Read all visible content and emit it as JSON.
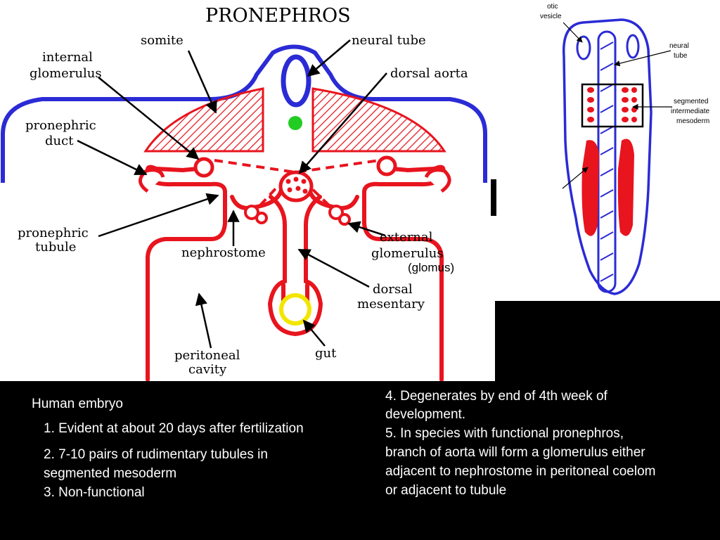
{
  "main_diagram": {
    "title": "PRONEPHROS",
    "labels": {
      "somite": "somite",
      "neural_tube": "neural tube",
      "internal_glomerulus_1": "internal",
      "internal_glomerulus_2": "glomerulus",
      "dorsal_aorta": "dorsal aorta",
      "pronephric_duct_1": "pronephric",
      "pronephric_duct_2": "duct",
      "pronephric_tubule_1": "pronephric",
      "pronephric_tubule_2": "tubule",
      "nephrostome": "nephrostome",
      "external_glomerulus_1": "external",
      "external_glomerulus_2": "glomerulus",
      "glomus": "(glomus)",
      "dorsal_mesentary_1": "dorsal",
      "dorsal_mesentary_2": "mesentary",
      "peritoneal_cavity_1": "peritoneal",
      "peritoneal_cavity_2": "cavity",
      "gut": "gut"
    }
  },
  "embryo_diagram": {
    "labels": {
      "otic_1": "otic",
      "otic_2": "vesicle",
      "neural_1": "neural",
      "neural_2": "tube",
      "seg_1": "segmented",
      "seg_2": "intermediate",
      "seg_3": "mesoderm"
    }
  },
  "text_left": {
    "heading": "Human embryo",
    "item1": "1. Evident at about 20 days after fertilization",
    "item2a": "2. 7-10 pairs of rudimentary tubules in",
    "item2b": "segmented mesoderm",
    "item3": "3. Non-functional"
  },
  "text_right": {
    "lines": [
      "4. Degenerates by end of 4th week of",
      "development.",
      "5. In species with functional pronephros,",
      "branch of aorta will form a glomerulus either",
      "adjacent to nephrostome in peritoneal coelom",
      "or adjacent to tubule"
    ]
  },
  "colors": {
    "body_outline": "#2b2bd6",
    "mesoderm": "#e8141e",
    "notochord": "#22cc22",
    "gut_lining": "#f2e600"
  }
}
